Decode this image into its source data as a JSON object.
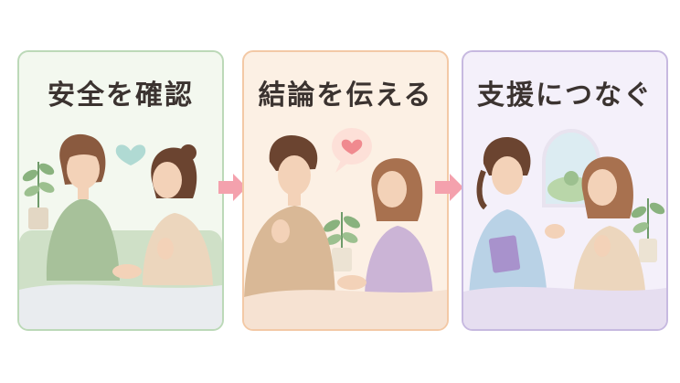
{
  "panels": [
    {
      "title": "安全を確認",
      "border": "#bcd9b8",
      "bg": "#f3f8ef"
    },
    {
      "title": "結論を伝える",
      "border": "#f3c9a6",
      "bg": "#fcf0e4"
    },
    {
      "title": "支援につなぐ",
      "border": "#c7b9e0",
      "bg": "#f4f0fa"
    }
  ],
  "colors": {
    "arrow": "#f4a1ad",
    "heart": "#f08a8f",
    "heart_soft": "#a9d6cf"
  },
  "icons": [
    "heart-icon",
    "speech-bubble-heart-icon",
    "arrow-right-icon"
  ]
}
